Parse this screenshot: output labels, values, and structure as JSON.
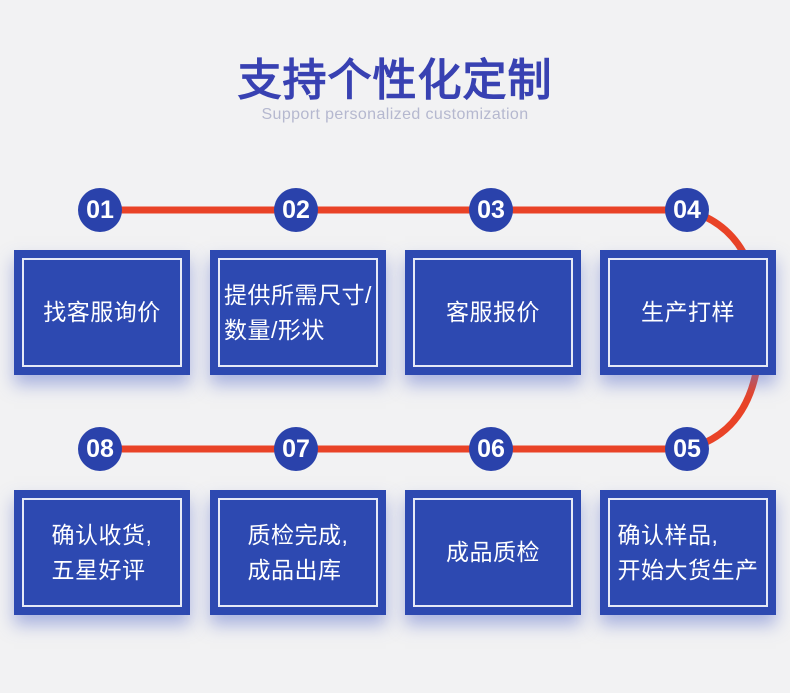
{
  "page": {
    "background_color": "#f2f2f3"
  },
  "header": {
    "title": "支持个性化定制",
    "subtitle": "Support personalized customization",
    "title_color": "#3841b2",
    "subtitle_color": "#b5b8cf"
  },
  "flow": {
    "line_color": "#e94327",
    "circle_color": "#2a42ab",
    "box_color": "#2d49b1",
    "steps": [
      {
        "num": "01",
        "lines": [
          "找客服询价"
        ]
      },
      {
        "num": "02",
        "lines": [
          "提供所需尺寸/",
          "数量/形状"
        ]
      },
      {
        "num": "03",
        "lines": [
          "客服报价"
        ]
      },
      {
        "num": "04",
        "lines": [
          "生产打样"
        ]
      },
      {
        "num": "05",
        "lines": [
          "确认样品,",
          "开始大货生产"
        ]
      },
      {
        "num": "06",
        "lines": [
          "成品质检"
        ]
      },
      {
        "num": "07",
        "lines": [
          "质检完成,",
          "成品出库"
        ]
      },
      {
        "num": "08",
        "lines": [
          "确认收货,",
          "五星好评"
        ]
      }
    ]
  }
}
